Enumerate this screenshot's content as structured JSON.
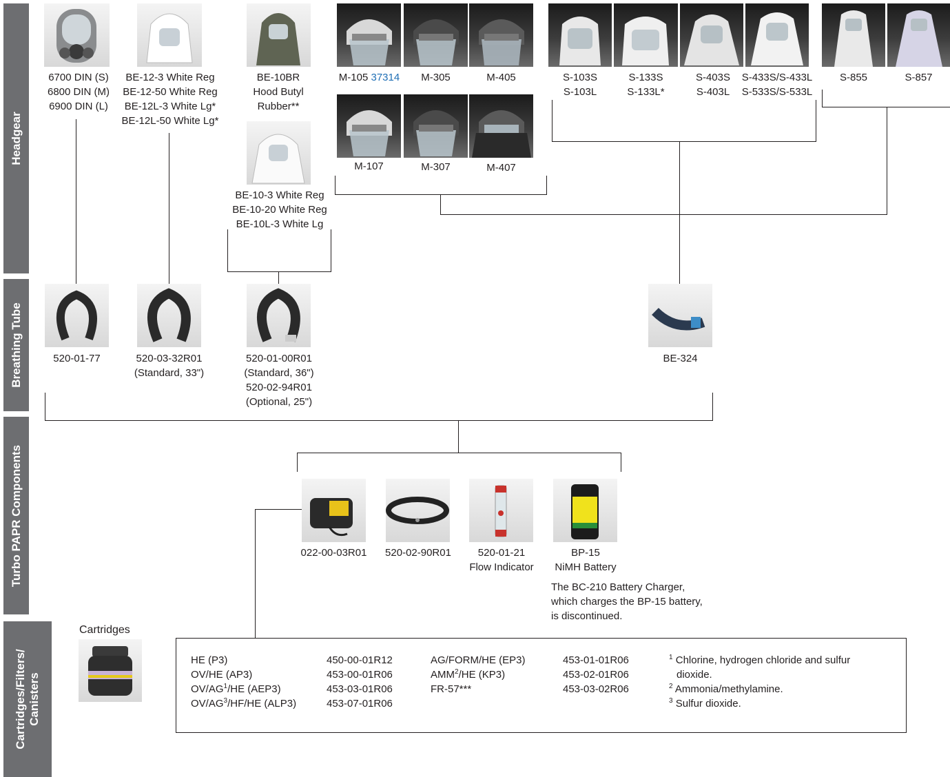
{
  "sections": {
    "headgear": "Headgear",
    "breathing_tube": "Breathing Tube",
    "turbo": "Turbo PAPR Components",
    "cartridges_line1": "Cartridges/Filters/",
    "cartridges_line2": "Canisters"
  },
  "headgear": {
    "fullface": [
      "6700 DIN (S)",
      "6800 DIN (M)",
      "6900 DIN (L)"
    ],
    "be12": [
      "BE-12-3 White Reg",
      "BE-12-50 White Reg",
      "BE-12L-3 White Lg*",
      "BE-12L-50 White Lg*"
    ],
    "be10br": [
      "BE-10BR",
      "Hood Butyl",
      "Rubber**"
    ],
    "be10": [
      "BE-10-3 White Reg",
      "BE-10-20 White Reg",
      "BE-10L-3 White Lg"
    ],
    "m105": "M-105",
    "m105_link": "37314",
    "m305": "M-305",
    "m405": "M-405",
    "m107": "M-107",
    "m307": "M-307",
    "m407": "M-407",
    "s103": [
      "S-103S",
      "S-103L"
    ],
    "s133": [
      "S-133S",
      "S-133L*"
    ],
    "s403": [
      "S-403S",
      "S-403L"
    ],
    "s433": [
      "S-433S/S-433L",
      "S-533S/S-533L"
    ],
    "s855": "S-855",
    "s857": "S-857"
  },
  "tubes": {
    "t1": "520-01-77",
    "t2": [
      "520-03-32R01",
      "(Standard, 33\")"
    ],
    "t3": [
      "520-01-00R01",
      "(Standard, 36\")",
      "520-02-94R01",
      "(Optional, 25\")"
    ],
    "t4": "BE-324"
  },
  "components": {
    "c1": "022-00-03R01",
    "c2": "520-02-90R01",
    "c3": [
      "520-01-21",
      "Flow Indicator"
    ],
    "c4": [
      "BP-15",
      "NiMH Battery"
    ],
    "note": [
      "The BC-210 Battery Charger,",
      "which charges the BP-15 battery,",
      "is discontinued."
    ]
  },
  "cartridges": {
    "title": "Cartridges",
    "col1": {
      "r1": "HE (P3)",
      "r2": "OV/HE (AP3)",
      "r3_a": "OV/AG",
      "r3_sup": "1",
      "r3_b": "/HE (AEP3)",
      "r4_a": "OV/AG",
      "r4_sup": "3",
      "r4_b": "/HF/HE (ALP3)"
    },
    "col2": [
      "450-00-01R12",
      "453-00-01R06",
      "453-03-01R06",
      "453-07-01R06"
    ],
    "col3": {
      "r1": "AG/FORM/HE (EP3)",
      "r2_a": "AMM",
      "r2_sup": "2",
      "r2_b": "/HE (KP3)",
      "r3": "FR-57***"
    },
    "col4": [
      "453-01-01R06",
      "453-02-01R06",
      "453-03-02R06"
    ],
    "notes": {
      "n1_sup": "1",
      "n1a": "Chlorine, hydrogen chloride and sulfur",
      "n1b": "dioxide.",
      "n2_sup": "2",
      "n2": "Ammonia/methylamine.",
      "n3_sup": "3",
      "n3": "Sulfur dioxide."
    }
  },
  "colors": {
    "sidebar": "#6d6e71",
    "link": "#1f6fb5",
    "line": "#231f20"
  }
}
